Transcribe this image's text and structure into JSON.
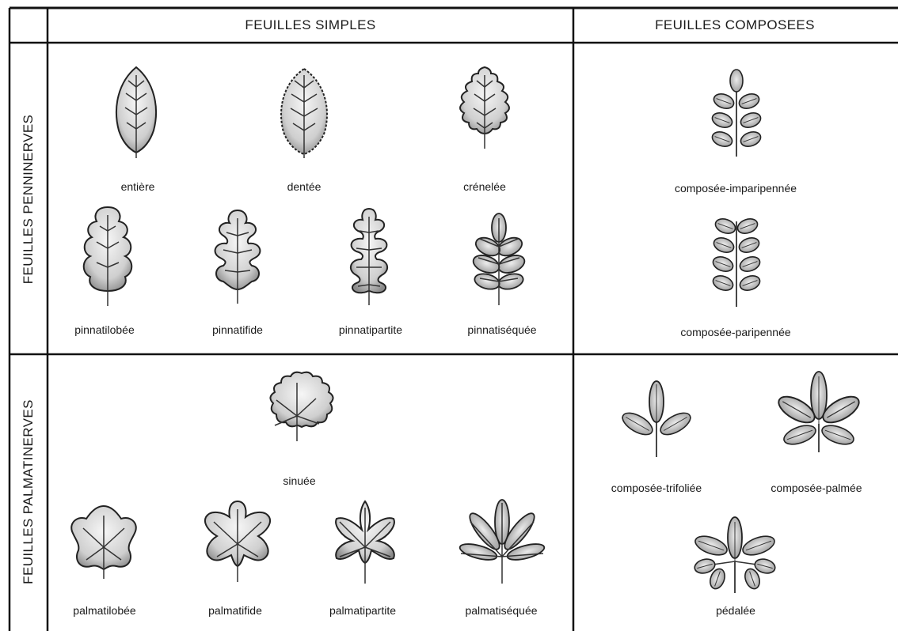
{
  "columns": {
    "simple": "FEUILLES SIMPLES",
    "compound": "FEUILLES COMPOSEES"
  },
  "rows": {
    "pinnate": "FEUILLES PENNINERVES",
    "palmate": "FEUILLES PALMATINERVES"
  },
  "leaves": {
    "entiere": "entière",
    "dentee": "dentée",
    "crenelee": "crénelée",
    "pinnatilobee": "pinnatilobée",
    "pinnatifide": "pinnatifide",
    "pinnatipartite": "pinnatipartite",
    "pinnatisequee": "pinnatiséquée",
    "imparipennee": "composée-imparipennée",
    "paripennee": "composée-paripennée",
    "sinuee": "sinuée",
    "palmatilobee": "palmatilobée",
    "palmatifide": "palmatifide",
    "palmatipartite": "palmatipartite",
    "palmatisequee": "palmatiséquée",
    "trifoliee": "composée-trifoliée",
    "palmee": "composée-palmée",
    "pedalee": "pédalée"
  }
}
